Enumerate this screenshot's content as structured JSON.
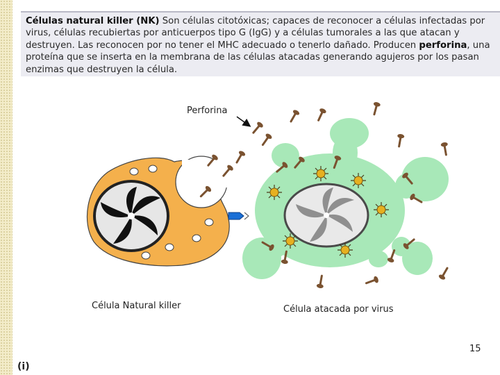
{
  "header": {
    "title": "Células natural killer (NK)",
    "text_1": " Son células citotóxicas; capaces de reconocer a células infectadas por virus, células recubiertas por anticuerpos tipo G (IgG) y a células tumorales a las que atacan y destruyen. Las reconocen por no tener el MHC adecuado o tenerlo dañado. Producen ",
    "bold_term": "perforina",
    "text_2": ", una proteína que se inserta en la membrana de las células atacadas generando agujeros por los pasan enzimas que destruyen la célula."
  },
  "diagram": {
    "perforin_label": "Perforina",
    "nk_cell_label": "Célula Natural killer",
    "infected_cell_label": "Célula atacada por virus"
  },
  "colors": {
    "nk_cell": "#f4b04c",
    "infected_cell": "#a8e8b8",
    "perforin": "#7a5230",
    "virus": "#e6b020",
    "receptor": "#1a6fd6"
  },
  "page_number": "15",
  "footnote": "(i)"
}
